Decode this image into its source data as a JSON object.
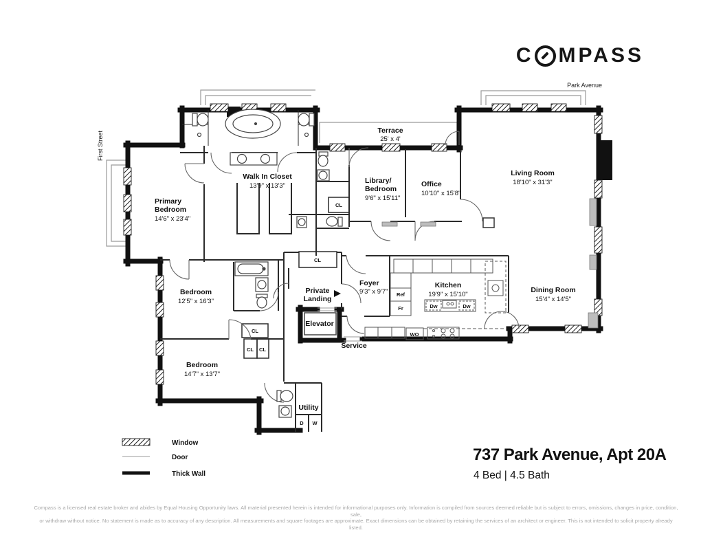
{
  "brand": {
    "logo_c": "C",
    "logo_rest": "MPASS"
  },
  "streets": {
    "top": "Park Avenue",
    "left": "First Street"
  },
  "rooms": {
    "primary_bedroom": {
      "line1": "Primary",
      "line2": "Bedroom",
      "dims": "14'6\" x 23'4\""
    },
    "walk_in_closet": {
      "name": "Walk In Closet",
      "dims": "13'9\" x 13'3\""
    },
    "terrace": {
      "name": "Terrace",
      "dims": "25' x 4'"
    },
    "library_bedroom": {
      "line1": "Library/",
      "line2": "Bedroom",
      "dims": "9'6\" x 15'11\""
    },
    "office": {
      "name": "Office",
      "dims": "10'10\" x 15'8\""
    },
    "living_room": {
      "name": "Living Room",
      "dims": "18'10\" x 31'3\""
    },
    "dining_room": {
      "name": "Dining Room",
      "dims": "15'4\" x 14'5\""
    },
    "kitchen": {
      "name": "Kitchen",
      "dims": "19'9\" x 15'10\""
    },
    "foyer": {
      "name": "Foyer",
      "dims": "9'3\" x 9'7\""
    },
    "private_landing": {
      "line1": "Private",
      "line2": "Landing"
    },
    "elevator": {
      "name": "Elevator"
    },
    "service": {
      "name": "Service"
    },
    "bedroom_one": {
      "name": "Bedroom",
      "dims": "12'5\" x 16'3\""
    },
    "bedroom_two": {
      "name": "Bedroom",
      "dims": "14'7\" x 13'7\""
    },
    "utility": {
      "name": "Utility"
    }
  },
  "fixtures": {
    "cl": "CL",
    "ref": "Ref",
    "fr": "Fr",
    "dw": "Dw",
    "wo": "WO",
    "d": "D",
    "w": "W"
  },
  "legend": {
    "window": "Window",
    "door": "Door",
    "thick_wall": "Thick Wall"
  },
  "listing": {
    "address": "737 Park Avenue, Apt 20A",
    "beds_baths": "4 Bed | 4.5 Bath"
  },
  "disclaimer": {
    "line1": "Compass is a licensed real estate broker and abides by Equal Housing Opportunity laws. All material presented herein is intended for informational purposes only. Information is compiled from sources deemed reliable but is subject to errors, omissions, changes in price, condition, sale,",
    "line2": "or withdraw without notice. No statement is made as to accuracy of any description. All measurements and square footages are approximate. Exact dimensions can be obtained by retaining the services of an architect or engineer. This is not intended to solicit property already listed."
  },
  "colors": {
    "wall": "#111111",
    "muted": "#a9a9a9"
  }
}
